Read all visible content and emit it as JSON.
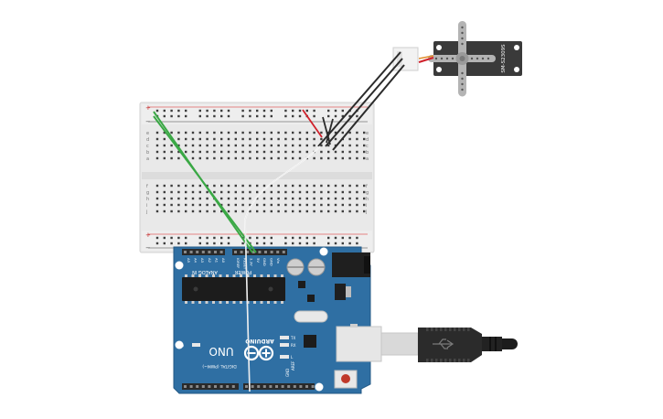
{
  "servo": {
    "model": "SM-S2309S"
  },
  "breadboard": {
    "rails": {
      "plus": "+",
      "minus": "−"
    },
    "row_letters_top": [
      "j",
      "i",
      "h",
      "g",
      "f"
    ],
    "row_letters_bottom": [
      "e",
      "d",
      "c",
      "b",
      "a"
    ],
    "columns": 30
  },
  "arduino": {
    "brand": "ARDUINO",
    "model": "UNO",
    "on_label": "ON",
    "power_header": "POWER",
    "analog_header": "ANALOG IN",
    "digital_header": "DIGITAL (PWM~)",
    "tx_label": "TX",
    "rx_label": "RX",
    "l_label": "L",
    "aref_label": "AREF",
    "gnd_label": "GND",
    "power_pins": [
      "IOREF",
      "RESET",
      "3.3V",
      "5V",
      "GND",
      "GND",
      "Vin"
    ],
    "analog_pins": [
      "A0",
      "A1",
      "A2",
      "A3",
      "A4",
      "A5"
    ]
  },
  "colors": {
    "board_blue": "#2f6fa3",
    "breadboard": "#e8e8e8",
    "wire_green": "#3aa845",
    "wire_red": "#d0212b",
    "wire_black": "#2b2b2b",
    "wire_white": "#ffffff",
    "servo_body": "#3a3a3a",
    "usb_plug": "#2b2b2b"
  }
}
